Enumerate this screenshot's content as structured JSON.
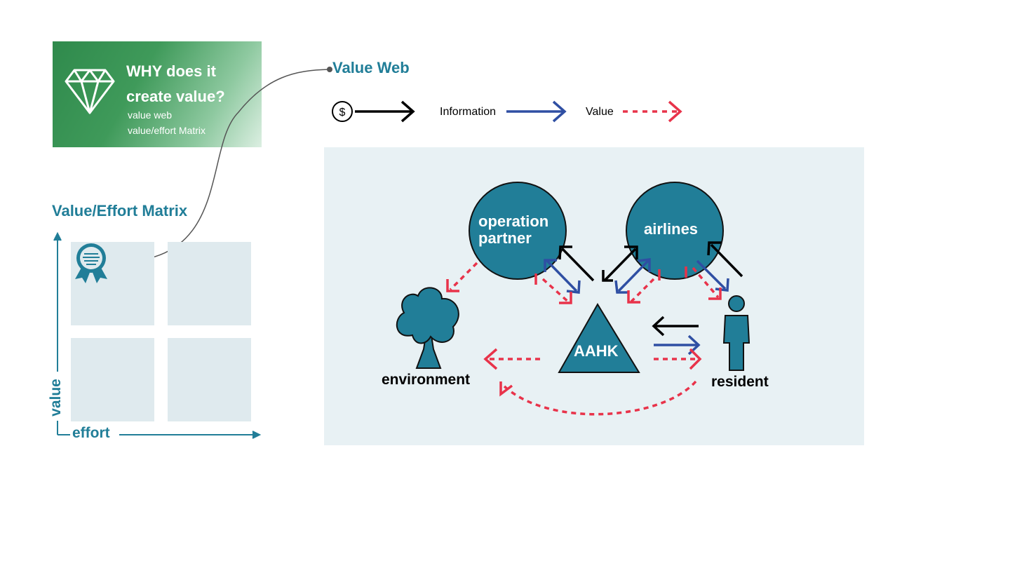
{
  "why_card": {
    "title_line1": "WHY does it",
    "title_line2": "create value?",
    "sub1": "value web",
    "sub2": "value/effort Matrix",
    "icon": "diamond-icon",
    "gradient_start": "#2f8a4c"
  },
  "value_web_heading": "Value Web",
  "matrix": {
    "heading": "Value/Effort Matrix",
    "y_label": "value",
    "x_label": "effort",
    "badge_icon": "award-ribbon-icon"
  },
  "legend": {
    "money_icon": "dollar-coin-icon",
    "money_symbol": "$",
    "information_label": "Information",
    "value_label": "Value",
    "colors": {
      "money": "#000000",
      "information": "#2f4fa3",
      "value": "#e8334a"
    }
  },
  "web": {
    "nodes": {
      "operation_partner_line1": "operation",
      "operation_partner_line2": "partner",
      "airlines": "airlines",
      "aahk": "AAHK"
    },
    "actors": {
      "environment": "environment",
      "resident": "resident"
    },
    "colors": {
      "node": "#217e98",
      "panel": "#e8f1f4"
    }
  }
}
